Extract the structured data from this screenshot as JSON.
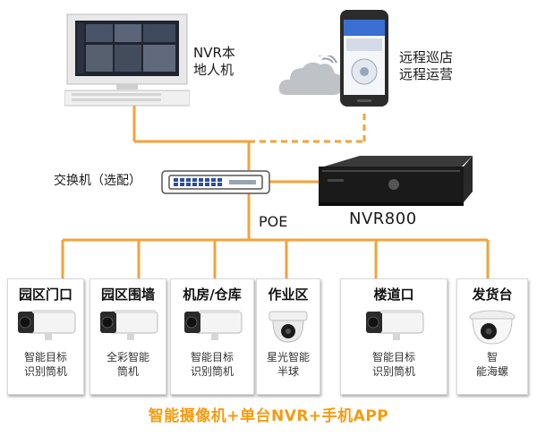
{
  "labels": {
    "nvr_local": [
      "NVR本",
      "地人机"
    ],
    "remote": [
      "远程巡店",
      "远程运营"
    ],
    "switch": "交换机（选配）",
    "poe": "POE",
    "nvr_model": "NVR800"
  },
  "cards": [
    {
      "title": "园区门口",
      "desc": [
        "智能目标",
        "识别筒机"
      ],
      "camera": "bullet-camera-icon"
    },
    {
      "title": "园区围墙",
      "desc": [
        "全彩智能",
        "筒机"
      ],
      "camera": "bullet-camera-icon"
    },
    {
      "title": "机房/仓库",
      "desc": [
        "智能目标",
        "识别筒机"
      ],
      "camera": "bullet-camera-icon"
    },
    {
      "title": "作业区",
      "desc": [
        "星光智能",
        "半球"
      ],
      "camera": "dome-camera-icon"
    },
    {
      "title": "楼道口",
      "desc": [
        "智能目标",
        "识别筒机"
      ],
      "camera": "bullet-camera-icon"
    },
    {
      "title": "发货台",
      "desc": [
        "智",
        "能海螺"
      ],
      "camera": "turret-camera-icon"
    }
  ],
  "footer": "智能摄像机+单台NVR+手机APP",
  "colors": {
    "line": "#f2a33a",
    "footer": "#f39c12"
  }
}
